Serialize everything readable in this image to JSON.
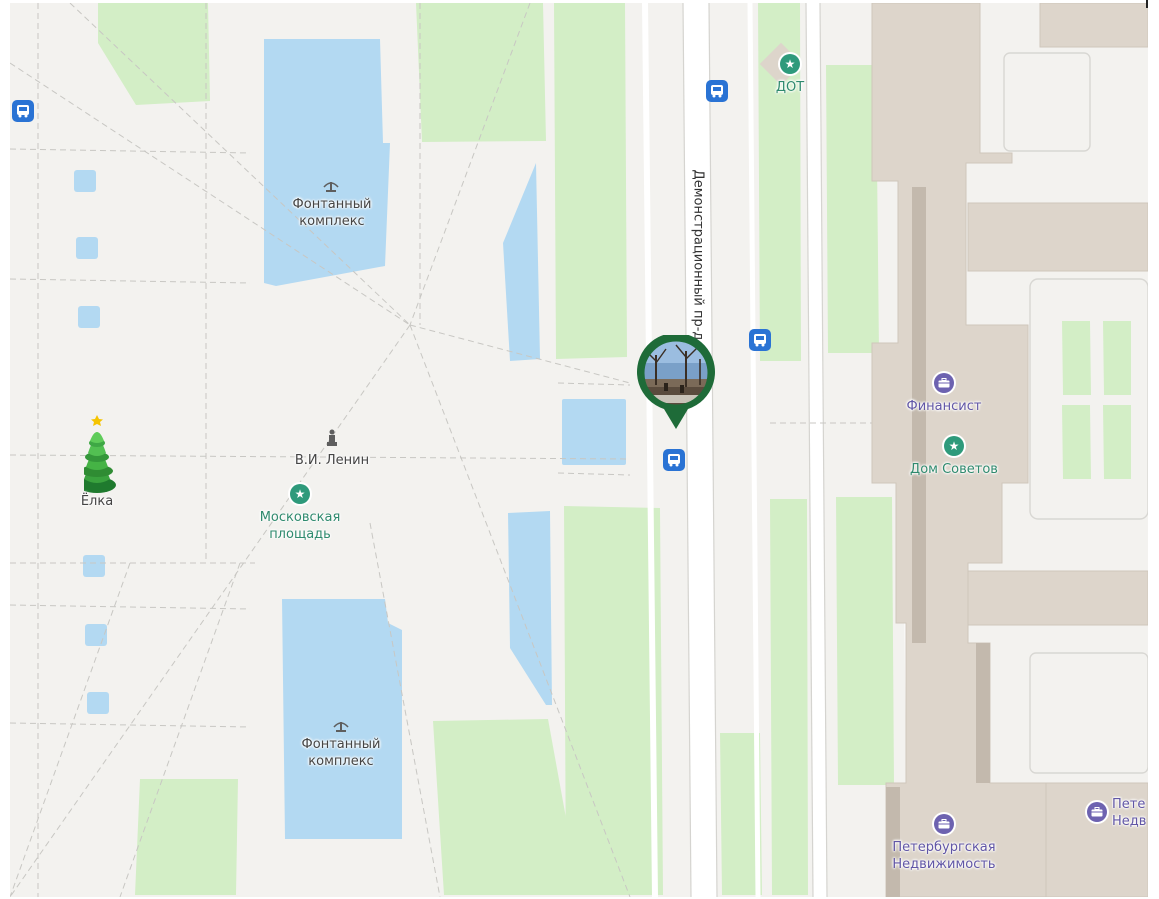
{
  "street": {
    "name": "Демонстрационный пр-д"
  },
  "pois": {
    "fountain_top": {
      "name": "Фонтанный комплекс",
      "icon": "fountain-icon"
    },
    "fountain_bottom": {
      "name": "Фонтанный комплекс",
      "icon": "fountain-icon"
    },
    "lenin": {
      "name": "В.И. Ленин",
      "icon": "monument-icon"
    },
    "square": {
      "name": "Московская площадь",
      "icon": "star-icon"
    },
    "dot": {
      "name": "ДОТ",
      "icon": "star-icon"
    },
    "finansist": {
      "name": "Финансист",
      "icon": "briefcase-icon"
    },
    "dom_sovetov": {
      "name": "Дом Советов",
      "icon": "star-icon"
    },
    "spb_realty": {
      "name": "Петербургская Недвижимость",
      "icon": "briefcase-icon"
    },
    "spb_realty_cut": {
      "name": "Пете Недв",
      "icon": "briefcase-icon"
    },
    "tree": {
      "name": "Ёлка",
      "icon": "christmas-tree-icon"
    }
  },
  "colors": {
    "land": "#f3f2ef",
    "park": "#d3eec6",
    "water": "#b3d9f2",
    "building": "#ddd5cb",
    "poi_green": "#2e9a7b",
    "poi_purple": "#6d62b0",
    "bus_stop": "#2a73d4",
    "photo_pin": "#1e6b38"
  }
}
